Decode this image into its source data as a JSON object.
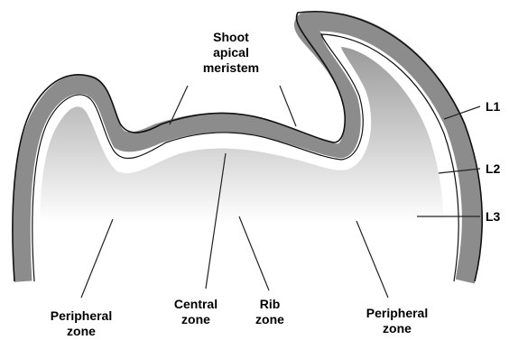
{
  "labels": {
    "sam_line1": "Shoot",
    "sam_line2": "apical",
    "sam_line3": "meristem",
    "l1": "L1",
    "l2": "L2",
    "l3": "L3",
    "peripheral_left_1": "Peripheral",
    "peripheral_left_2": "zone",
    "central_1": "Central",
    "central_2": "zone",
    "rib_1": "Rib",
    "rib_2": "zone",
    "peripheral_right_1": "Peripheral",
    "peripheral_right_2": "zone"
  },
  "colors": {
    "l1_layer": "#8c8c8c",
    "l2_layer": "#ffffff",
    "l3_gradient_top": "#9a9a9a",
    "l3_gradient_bottom": "#ffffff",
    "outline": "#111111"
  }
}
